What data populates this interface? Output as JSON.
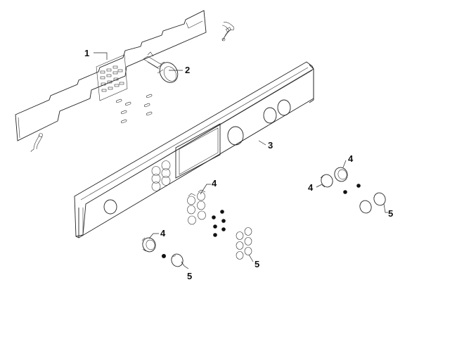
{
  "diagram": {
    "callouts": {
      "c1": "1",
      "c2": "2",
      "c3": "3",
      "c4a": "4",
      "c4b": "4",
      "c4c": "4",
      "c4d": "4",
      "c5a": "5",
      "c5b": "5",
      "c5c": "5"
    }
  }
}
